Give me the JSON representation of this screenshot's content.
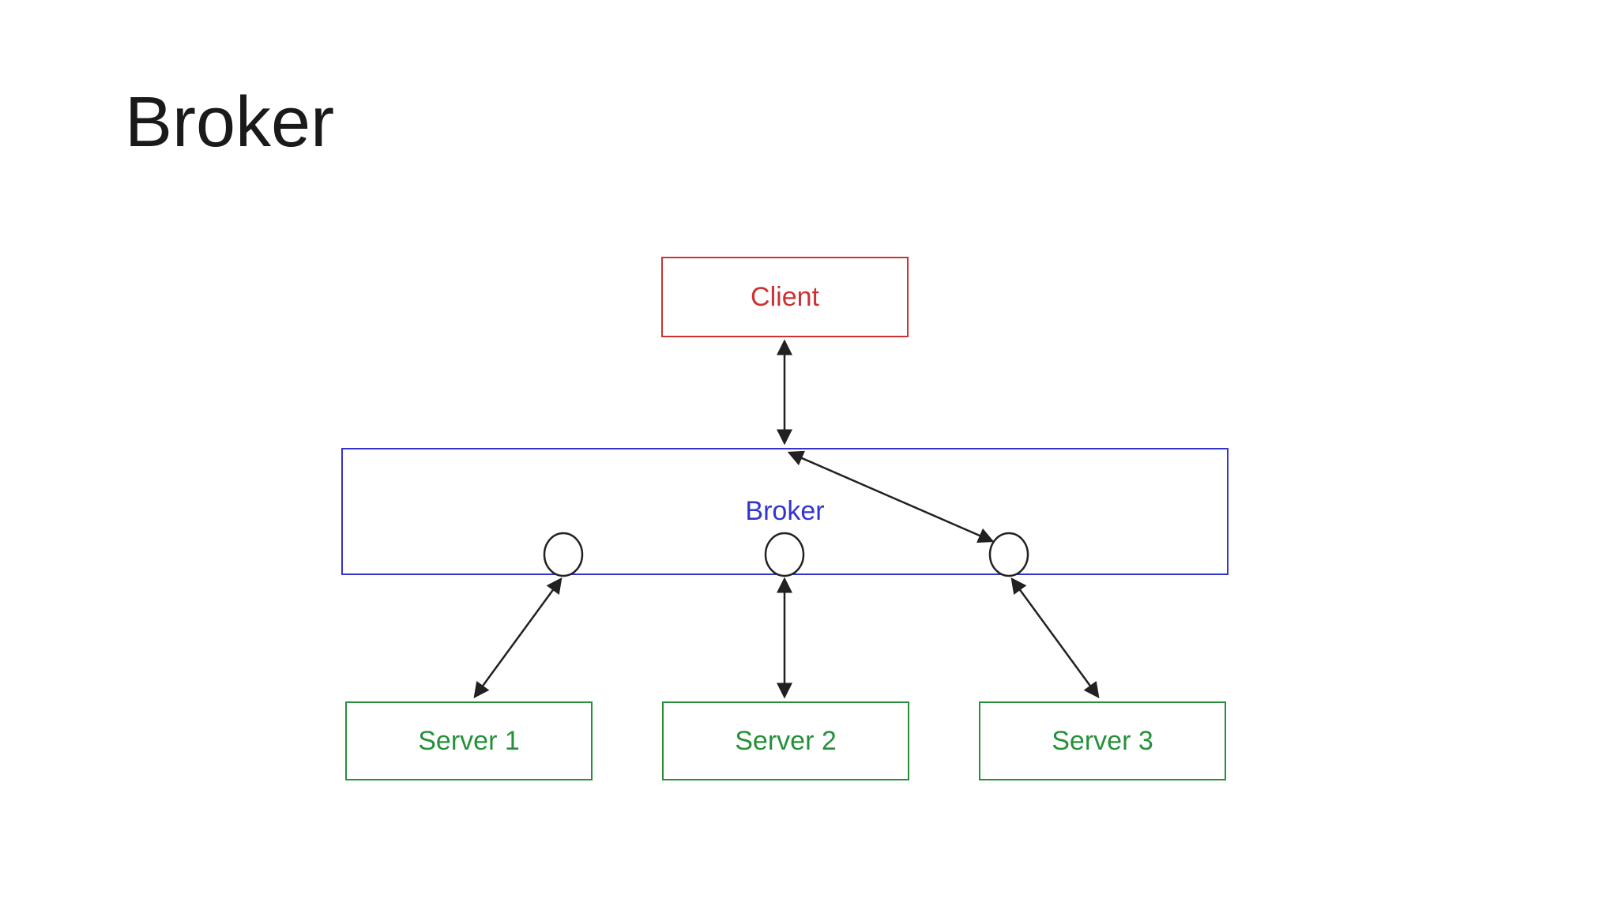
{
  "slide": {
    "title": "Broker"
  },
  "diagram": {
    "client": {
      "label": "Client"
    },
    "broker": {
      "label": "Broker"
    },
    "servers": [
      {
        "label": "Server 1"
      },
      {
        "label": "Server 2"
      },
      {
        "label": "Server 3"
      }
    ]
  },
  "colors": {
    "client": "#cc3232",
    "broker": "#3434cf",
    "server": "#24913a",
    "arrow": "#212121",
    "title": "#1a1a1a",
    "background": "#ffffff"
  }
}
